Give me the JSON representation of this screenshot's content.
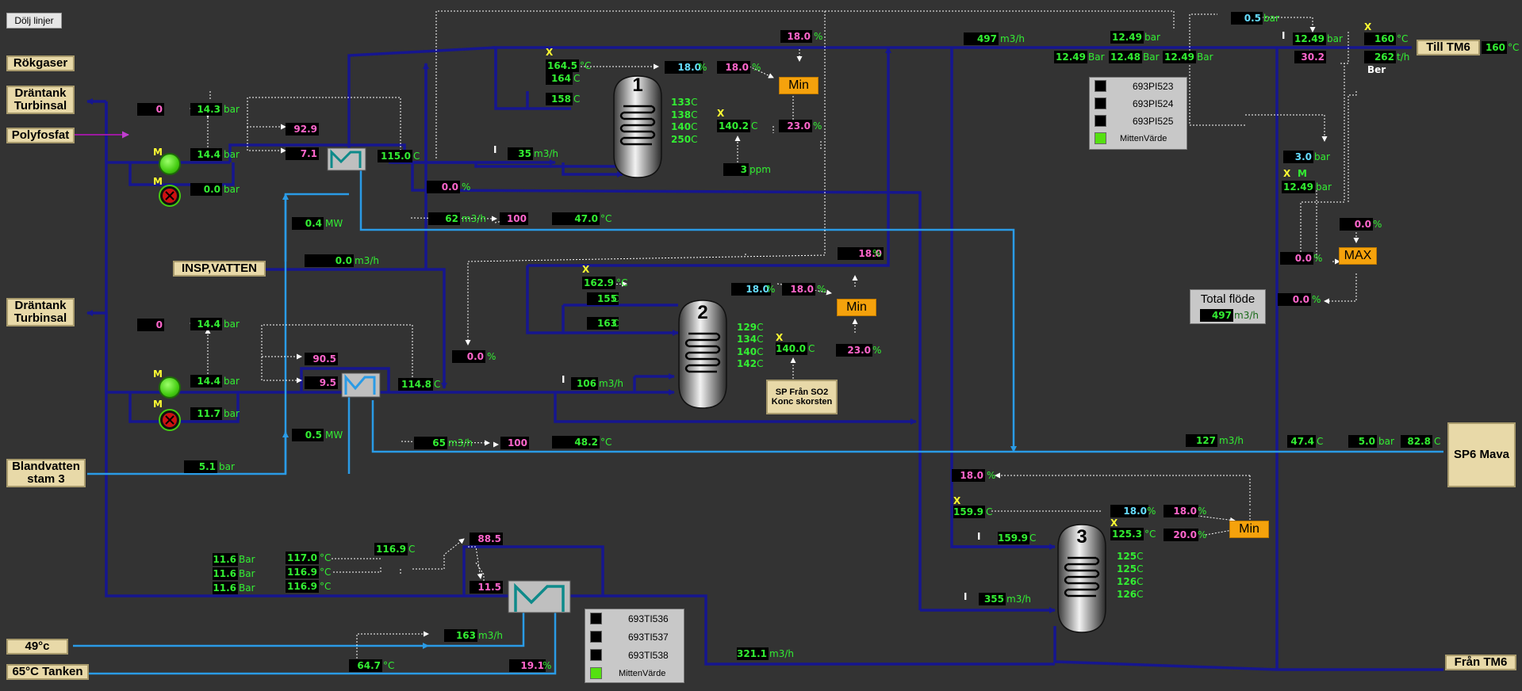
{
  "toolbar": {
    "hide_lines_label": "Dölj linjer"
  },
  "sources": {
    "rokgaser": "Rökgaser",
    "drantank1": "Dräntank Turbinsal",
    "polyfosfat": "Polyfosfat",
    "insp_vatten": "INSP,VATTEN",
    "drantank2": "Dräntank Turbinsal",
    "blandvatten": "Blandvatten stam 3",
    "t49": "49°c",
    "t65": "65°C Tanken",
    "sp_so2": "SP Från SO2 Konc skorsten"
  },
  "destinations": {
    "till_tm6": "Till TM6",
    "sp6_mava": "SP6 Mava",
    "fran_tm6": "Från TM6"
  },
  "units": {
    "bar": "bar",
    "Bar": "Bar",
    "pct": "%",
    "c": "C",
    "degc": "°C",
    "m3h": "m3/h",
    "mw": "MW",
    "ppm": "ppm",
    "th": "t/h"
  },
  "symbols": {
    "x": "X",
    "m": "M",
    "ber": "Ber"
  },
  "functions": {
    "min1": "Min",
    "min2": "Min",
    "min3": "Min",
    "max": "MAX"
  },
  "vessels": {
    "v1": "1",
    "v2": "2",
    "v3": "3"
  },
  "top": {
    "p_0_5": "0.5",
    "pct_top": "18.0",
    "flow_497": "497",
    "bar_1249_top": "12.49",
    "bar_1249_a": "12.49",
    "bar_1248": "12.48",
    "bar_1249_b": "12.49",
    "bar_1249_right": "12.49",
    "t_160_a": "160",
    "val_30_2": "30.2",
    "tph_262": "262",
    "t_160_b": "160"
  },
  "unit1": {
    "t_1645": "164.5",
    "t_164": "164",
    "t_158": "158",
    "pct_cyan": "18.0",
    "pct_mag": "18.0",
    "t_1402": "140.2",
    "pct_23": "23.0",
    "ppm_3": "3",
    "flow_35": "35",
    "temps": [
      "133",
      "138",
      "140",
      "250"
    ]
  },
  "loop1": {
    "val_0": "0",
    "bar_143": "14.3",
    "val_929": "92.9",
    "val_71": "7.1",
    "t_1150": "115.0",
    "bar_144": "14.4",
    "bar_00": "0.0",
    "pct_00": "0.0",
    "mw_04": "0.4",
    "flow_62": "62",
    "val_100": "100",
    "t_470": "47.0",
    "flow_00": "0.0"
  },
  "unit2": {
    "pct_top": "18.0",
    "t_1629": "162.9",
    "t_155": "155",
    "t_163": "163",
    "pct_cyan": "18.0",
    "pct_mag": "18.0",
    "t_1400": "140.0",
    "pct_23": "23.0",
    "flow_106": "106",
    "temps": [
      "129",
      "134",
      "140",
      "142"
    ]
  },
  "loop2": {
    "val_0": "0",
    "bar_144a": "14.4",
    "val_905": "90.5",
    "val_95": "9.5",
    "t_1148": "114.8",
    "bar_144b": "14.4",
    "bar_117": "11.7",
    "pct_00": "0.0",
    "mw_05": "0.5",
    "flow_65": "65",
    "val_100": "100",
    "t_482": "48.2",
    "bar_51": "5.1"
  },
  "sp6": {
    "flow_127": "127",
    "t_474": "47.4",
    "bar_50": "5.0",
    "t_828": "82.8"
  },
  "unit3": {
    "pct_top": "18.0",
    "t_1599a": "159.9",
    "pct_cyan": "18.0",
    "pct_mag": "18.0",
    "t_1253": "125.3",
    "pct_20": "20.0",
    "t_1599b": "159.9",
    "flow_355": "355",
    "temps": [
      "125",
      "125",
      "126",
      "126"
    ]
  },
  "bottom": {
    "bars": [
      "11.6",
      "11.6",
      "11.6"
    ],
    "temps": [
      "117.0",
      "116.9",
      "116.9"
    ],
    "t_1169": "116.9",
    "val_885": "88.5",
    "val_115": "11.5",
    "flow_163": "163",
    "t_647": "64.7",
    "pct_191": "19.1",
    "flow_3211": "321.1"
  },
  "right": {
    "bar_30": "3.0",
    "bar_1249": "12.49",
    "pct_00a": "0.0",
    "pct_00b": "0.0",
    "pct_00c": "0.0"
  },
  "legend_pi": {
    "items": [
      "693PI523",
      "693PI524",
      "693PI525",
      "MittenVärde"
    ]
  },
  "legend_ti": {
    "items": [
      "693TI536",
      "693TI537",
      "693TI538",
      "MittenVärde"
    ]
  },
  "total_flow": {
    "label": "Total flöde",
    "value": "497",
    "unit": "m3/h"
  },
  "colors": {
    "background": "#333333",
    "pipe": "#16168f",
    "pipe_light": "#2a9be6",
    "signal": "#ffffff",
    "chem": "#9c1aa0",
    "label_bg": "#e8d9a8",
    "function_bg": "#f5a20c"
  }
}
